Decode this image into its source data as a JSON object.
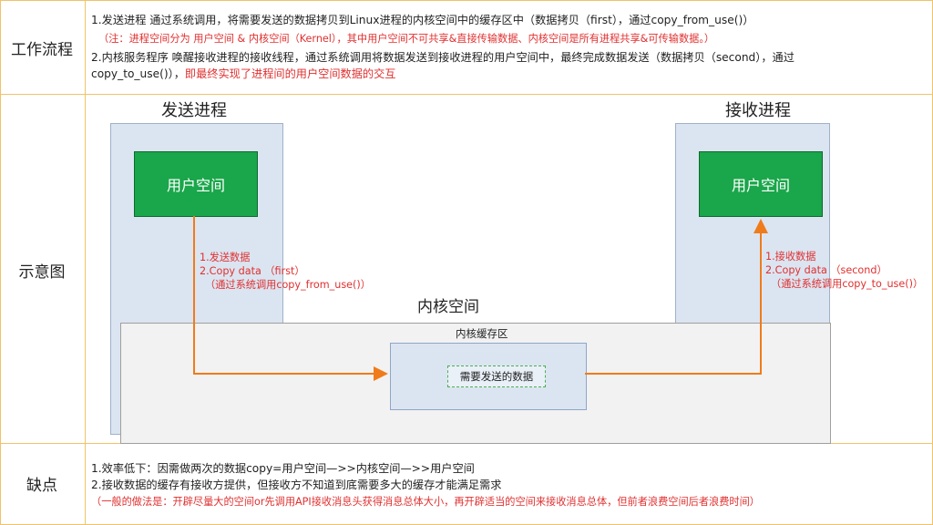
{
  "rows": {
    "workflow_label": "工作流程",
    "diagram_label": "示意图",
    "cons_label": "缺点"
  },
  "workflow": {
    "line1": "1.发送进程 通过系统调用，将需要发送的数据拷贝到Linux进程的内核空间中的缓存区中（数据拷贝（first），通过copy_from_use()）",
    "note": "（注：进程空间分为 用户空间 & 内核空间（Kernel），其中用户空间不可共享&直接传输数据、内核空间是所有进程共享&可传输数据。）",
    "line2": "2.内核服务程序 唤醒接收进程的接收线程，通过系统调用将数据发送到接收进程的用户空间中，最终完成数据发送（数据拷贝（second），通过",
    "line3_black": "copy_to_use()），",
    "line3_red": "即最终实现了进程间的用户空间数据的交互"
  },
  "diagram": {
    "sender_title": "发送进程",
    "receiver_title": "接收进程",
    "user_space": "用户空间",
    "kernel_title": "内核空间",
    "buffer_title": "内核缓存区",
    "data_label": "需要发送的数据",
    "send_ann": [
      "1.发送数据",
      "2.Copy data （first）",
      "（通过系统调用copy_from_use()）"
    ],
    "recv_ann": [
      "1.接收数据",
      "2.Copy data （second）",
      "（通过系统调用copy_to_use()）"
    ],
    "colors": {
      "arrow": "#f07b1a",
      "user_box": "#1aa64a",
      "process_bg": "#dbe5f1",
      "annotation": "#e03030"
    }
  },
  "cons": {
    "line1": "1.效率低下：因需做两次的数据copy=用户空间—>>内核空间—>>用户空间",
    "line2": "2.接收数据的缓存有接收方提供，但接收方不知道到底需要多大的缓存才能满足需求",
    "line3": "（一般的做法是：开辟尽量大的空间or先调用API接收消息头获得消息总体大小，再开辟适当的空间来接收消息总体，但前者浪费空间后者浪费时间）"
  }
}
